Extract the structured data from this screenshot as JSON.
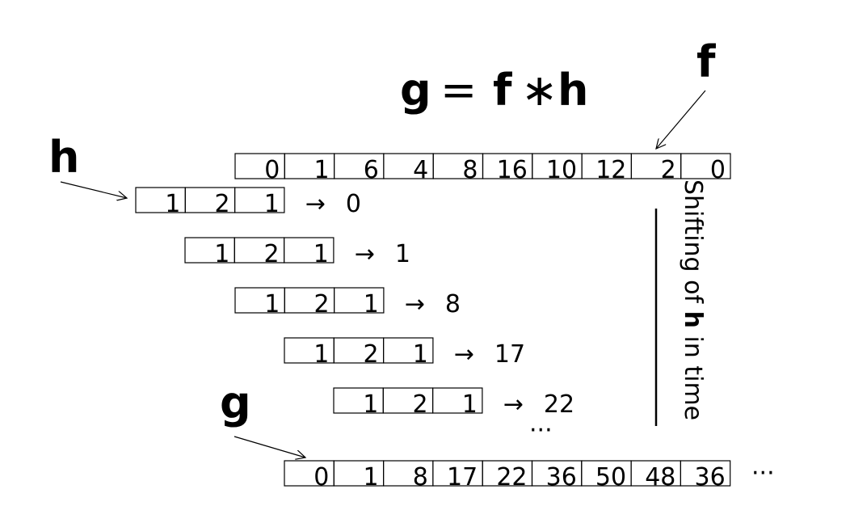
{
  "equation": {
    "lhs": "g",
    "eq": "=",
    "f": "f",
    "op": "∗",
    "h": "h"
  },
  "labels": {
    "f": "f",
    "h": "h",
    "g": "g"
  },
  "f_array": [
    "0",
    "1",
    "6",
    "4",
    "8",
    "16",
    "10",
    "12",
    "2",
    "0"
  ],
  "kernel": [
    "1",
    "2",
    "1"
  ],
  "shifts": [
    {
      "arrow": "→",
      "result": "0"
    },
    {
      "arrow": "→",
      "result": "1"
    },
    {
      "arrow": "→",
      "result": "8"
    },
    {
      "arrow": "→",
      "result": "17"
    },
    {
      "arrow": "→",
      "result": "22"
    }
  ],
  "shift_ellipsis": "···",
  "g_array": [
    "0",
    "1",
    "8",
    "17",
    "22",
    "36",
    "50",
    "48",
    "36"
  ],
  "g_ellipsis": "···",
  "side_label": {
    "prefix": "Shifting of ",
    "bold": "h",
    "suffix": " in time"
  }
}
